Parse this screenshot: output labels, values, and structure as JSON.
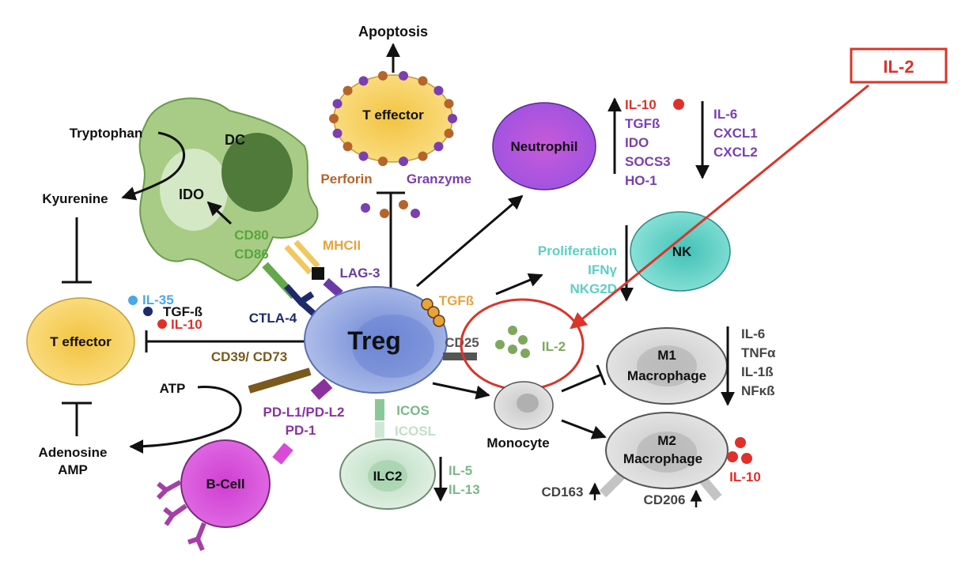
{
  "labels": {
    "apoptosis": "Apoptosis",
    "t_effector_top": "T effector",
    "perforin": "Perforin",
    "granzyme": "Granzyme",
    "tryptophan": "Tryptophan",
    "dc": "DC",
    "ido_dc": "IDO",
    "kyurenine": "Kyurenine",
    "cd80": "CD80",
    "cd86": "CD86",
    "mhcii": "MHCII",
    "lag3": "LAG-3",
    "il35": "IL-35",
    "tgfb_left": "TGF-ß",
    "il10_left": "IL-10",
    "t_effector_left": "T effector",
    "ctla4": "CTLA-4",
    "cd39_cd73": "CD39/ CD73",
    "treg": "Treg",
    "atp": "ATP",
    "adenosine": "Adenosine",
    "amp": "AMP",
    "pdl1_pdl2": "PD-L1/PD-L2",
    "pd1": "PD-1",
    "bcell": "B-Cell",
    "icos": "ICOS",
    "icosl": "ICOSL",
    "ilc2": "ILC2",
    "il5": "IL-5",
    "il13": "IL-13",
    "neutrophil": "Neutrophil",
    "neut_up": [
      "IL-10",
      "TGFß",
      "IDO",
      "SOCS3",
      "HO-1"
    ],
    "neut_down": [
      "IL-6",
      "CXCL1",
      "CXCL2"
    ],
    "proliferation": "Proliferation",
    "ifny": "IFNγ",
    "nkg2d": "NKG2D",
    "nk": "NK",
    "tgfb_treg": "TGFß",
    "cd25": "CD25",
    "il2_center": "IL-2",
    "m1_line1": "M1",
    "m1_line2": "Macrophage",
    "m1_down": [
      "IL-6",
      "TNFα",
      "IL-1ß",
      "NFκß"
    ],
    "monocyte": "Monocyte",
    "m2_line1": "M2",
    "m2_line2": "Macrophage",
    "il10_m2": "IL-10",
    "cd163": "CD163",
    "cd206": "CD206",
    "callout_il2": "IL-2"
  },
  "colors": {
    "red": "#e0302a",
    "purple": "#7a3fb0",
    "teal": "#5ccfc3",
    "green_text": "#5aa53f",
    "orange_text": "#e8a33a",
    "brown": "#7a5a1c",
    "navy": "#1f2a6b",
    "magenta": "#a43fa8",
    "gray": "#444444",
    "callout": "#d9352a"
  }
}
